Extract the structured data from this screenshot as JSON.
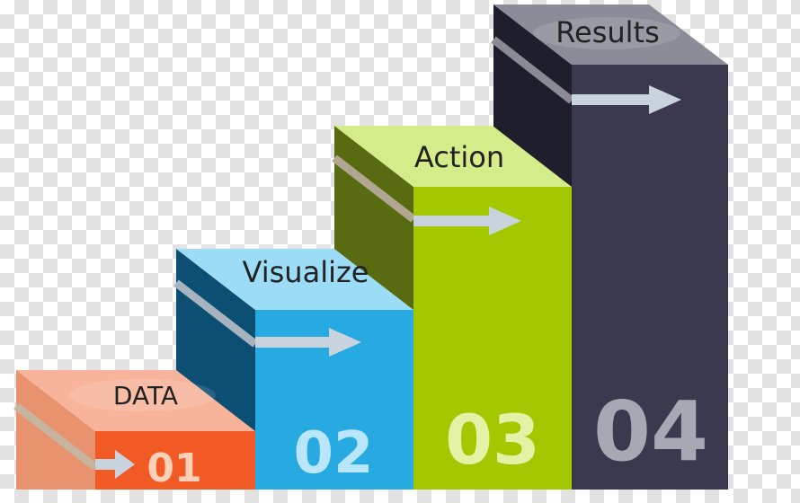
{
  "steps": [
    {
      "label": "DATA",
      "number": "01"
    },
    {
      "label": "Visualize",
      "number": "02"
    },
    {
      "label": "Action",
      "number": "03"
    },
    {
      "label": "Results",
      "number": "04"
    }
  ],
  "colors": {
    "step1": {
      "front": "#f15a24",
      "top": "#f7b49a",
      "side": "#e8926e",
      "text": "#ffd0b8",
      "label": "#222222"
    },
    "step2": {
      "front": "#27a9e1",
      "top": "#9ddcf6",
      "side": "#0d4f73",
      "text": "#b9e6fa",
      "label": "#222222"
    },
    "step3": {
      "front": "#a3c800",
      "top": "#d5ec8a",
      "side": "#586b10",
      "text": "#e3f2a4",
      "label": "#222222"
    },
    "step4": {
      "front": "#3a3950",
      "top": "#8c8c98",
      "side": "#1f1e2c",
      "text": "#a8a8b4",
      "label": "#222222"
    },
    "arrow": "#c9d3de"
  }
}
